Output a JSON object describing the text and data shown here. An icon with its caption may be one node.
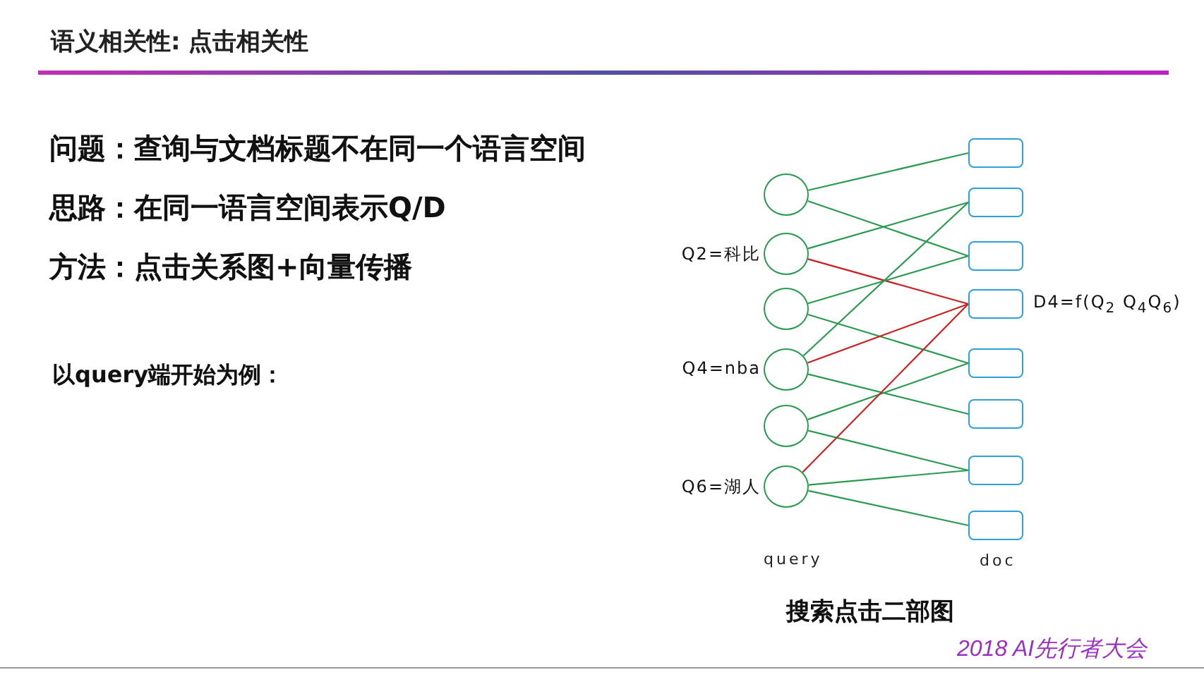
{
  "diagram": {
    "title": "语义相关性: 点击相关性",
    "caption": "搜索点击二部图",
    "nodes": [
      {
        "text": [],
        "shape": "circle"
      },
      {
        "text": [],
        "shape": "circle",
        "beside": [
          "Q2=科比"
        ]
      },
      {
        "text": [],
        "shape": "circle"
      },
      {
        "text": [],
        "shape": "circle",
        "beside": [
          "Q4=nba"
        ]
      },
      {
        "text": [],
        "shape": "circle"
      },
      {
        "text": [],
        "shape": "circle",
        "beside": [
          "Q6=湖人"
        ]
      },
      {
        "text": [],
        "shape": "box"
      },
      {
        "text": [],
        "shape": "box"
      },
      {
        "text": [],
        "shape": "box"
      },
      {
        "text": [],
        "shape": "box",
        "beside": [
          "D4=f(Q$_{2}$ Q$_{4}$Q$_{6}$)"
        ]
      },
      {
        "text": [],
        "shape": "box"
      },
      {
        "text": [],
        "shape": "box"
      },
      {
        "text": [],
        "shape": "box"
      },
      {
        "text": [],
        "shape": "box"
      }
    ],
    "edges": [
      {
        "from": 0,
        "to": 6,
        "arrow": "none"
      },
      {
        "from": 0,
        "to": 8,
        "arrow": "none"
      },
      {
        "from": 1,
        "to": 7,
        "arrow": "none"
      },
      {
        "from": 1,
        "to": 9,
        "arrow": "none",
        "color": "#cc2020"
      },
      {
        "from": 2,
        "to": 8,
        "arrow": "none"
      },
      {
        "from": 2,
        "to": 10,
        "arrow": "none"
      },
      {
        "from": 3,
        "to": 7,
        "arrow": "none"
      },
      {
        "from": 3,
        "to": 9,
        "arrow": "none",
        "color": "#cc2020"
      },
      {
        "from": 3,
        "to": 11,
        "arrow": "none"
      },
      {
        "from": 4,
        "to": 10,
        "arrow": "none"
      },
      {
        "from": 4,
        "to": 12,
        "arrow": "none"
      },
      {
        "from": 5,
        "to": 9,
        "arrow": "none",
        "color": "#cc2020"
      },
      {
        "from": 5,
        "to": 12,
        "arrow": "none"
      },
      {
        "from": 5,
        "to": 13,
        "arrow": "none"
      }
    ],
    "labels": [
      "问题：查询与文档标题不在同一个语言空间",
      "思路：在同一语言空间表示Q/D",
      "方法：点击关系图+向量传播",
      "以query端开始为例：",
      "query",
      "doc",
      "2018 AI先行者大会"
    ]
  }
}
